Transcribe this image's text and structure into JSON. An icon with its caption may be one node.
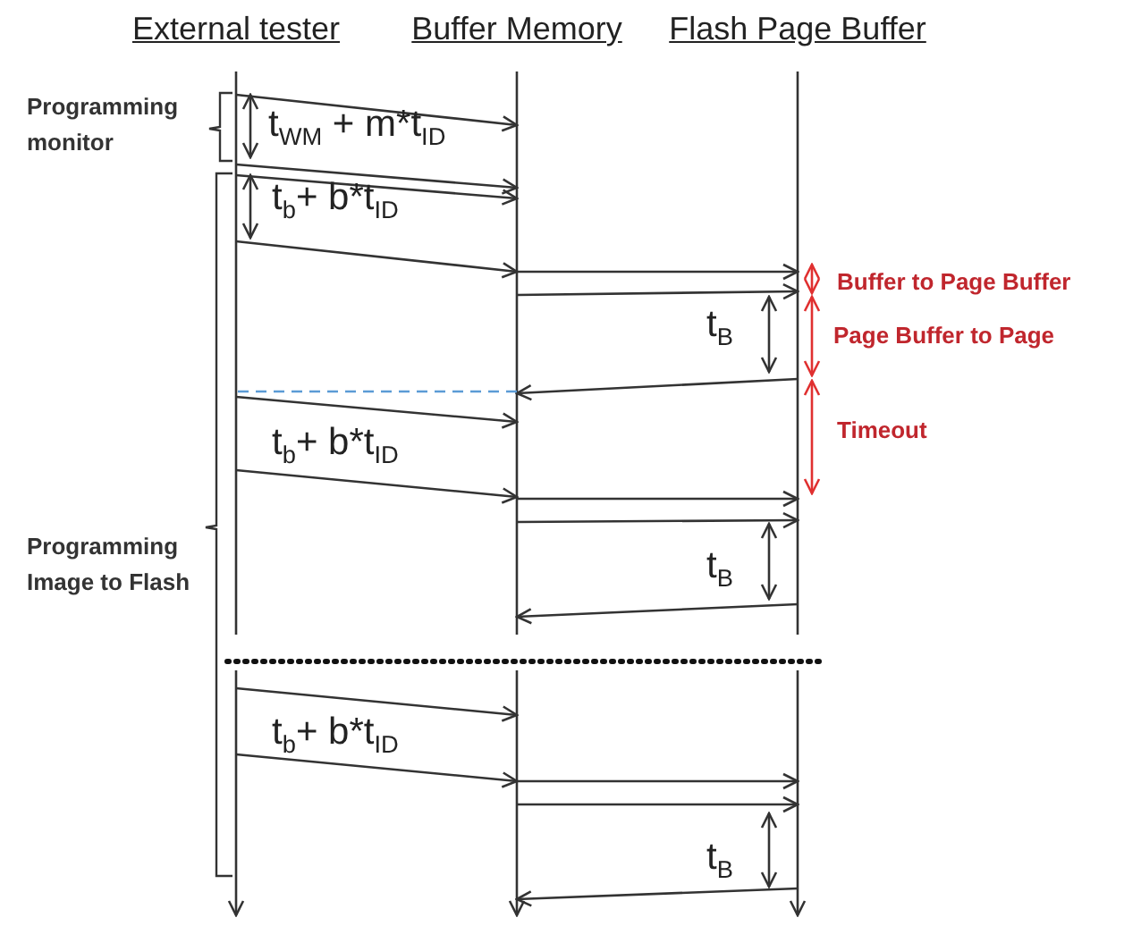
{
  "diagram": {
    "nodes": [
      {
        "text": [
          "External tester"
        ]
      },
      {
        "text": [
          "Buffer Memory"
        ]
      },
      {
        "text": [
          "Flash Page Buffer"
        ]
      }
    ],
    "edges": [
      {
        "from": 0,
        "to": 1,
        "arrow": "to"
      },
      {
        "from": 0,
        "to": 1,
        "arrow": "to"
      },
      {
        "from": 0,
        "to": 1,
        "arrow": "to"
      },
      {
        "from": 0,
        "to": 1,
        "arrow": "to"
      },
      {
        "from": 1,
        "to": 2,
        "arrow": "to"
      },
      {
        "from": 1,
        "to": 2,
        "arrow": "to"
      },
      {
        "from": 2,
        "to": 1,
        "arrow": "to"
      },
      {
        "from": 1,
        "to": 0,
        "arrow": "none",
        "style": "dashed",
        "color": "#5b9bd5"
      },
      {
        "from": 0,
        "to": 1,
        "arrow": "to"
      },
      {
        "from": 0,
        "to": 1,
        "arrow": "to"
      },
      {
        "from": 1,
        "to": 2,
        "arrow": "to"
      },
      {
        "from": 1,
        "to": 2,
        "arrow": "to"
      },
      {
        "from": 2,
        "to": 1,
        "arrow": "to"
      },
      {
        "from": 0,
        "to": 1,
        "arrow": "to"
      },
      {
        "from": 0,
        "to": 1,
        "arrow": "to"
      },
      {
        "from": 1,
        "to": 2,
        "arrow": "to"
      },
      {
        "from": 1,
        "to": 2,
        "arrow": "to"
      },
      {
        "from": 2,
        "to": 1,
        "arrow": "to"
      }
    ],
    "labels": [
      "Programming monitor",
      "t$_{WM}$ + m*t$_{ID}$",
      "t$_{b}$+ b*t$_{ID}$",
      "Buffer to Page Buffer",
      "Page Buffer to Page",
      "t$_{B}$",
      "Timeout",
      "t$_{b}$+ b*t$_{ID}$",
      "Programming Image to Flash",
      "t$_{B}$",
      "t$_{b}$+ b*t$_{ID}$",
      "t$_{B}$"
    ]
  }
}
